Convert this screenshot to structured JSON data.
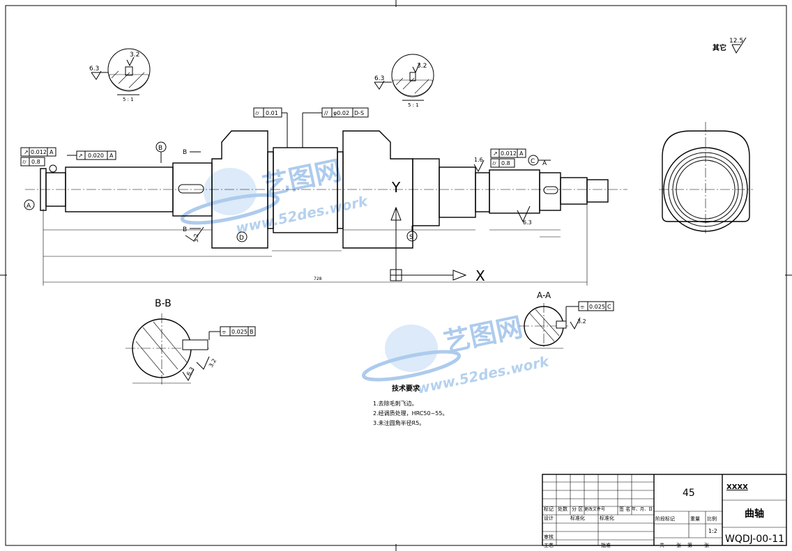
{
  "surface_roughness_note": {
    "label": "其它",
    "value": "12.5"
  },
  "detail_left": {
    "rough_top": "3.2",
    "rough_side": "6.3",
    "scale": "5 : 1"
  },
  "detail_mid": {
    "rough_top": "3.2",
    "rough_side": "6.3",
    "scale": "5 : 1"
  },
  "gdt": {
    "runout_left": "0.012",
    "runout_left_ref": "A",
    "cyl_left": "0.8",
    "runout_020": "0.020",
    "runout_020_ref": "A",
    "cyl_top": "0.01",
    "parallel_value": "φ0.02",
    "parallel_ref": "D-S",
    "runout_right": "0.012",
    "runout_right_ref": "A",
    "cyl_right": "0.8",
    "rough_right_top": "1.6",
    "rough_bb": "3.2",
    "rough_key": "6.3"
  },
  "datums": {
    "a": "A",
    "b": "B",
    "c": "C",
    "d": "D",
    "s": "S"
  },
  "section_marks": {
    "b": "B",
    "a": "A"
  },
  "axis_labels": {
    "x": "X",
    "y": "Y"
  },
  "total_length_label": "728",
  "section_bb": {
    "title": "B-B",
    "sym_value": "0.025",
    "sym_ref": "B",
    "rough_a": "3.2",
    "rough_b": "6.3"
  },
  "section_aa": {
    "title": "A-A",
    "sym_value": "0.025",
    "sym_ref": "C",
    "rough": "3.2"
  },
  "watermark": {
    "cn": "艺图网",
    "url": "www.52des.work"
  },
  "tech_requirements": {
    "title": "技术要求",
    "items": [
      "1.去除毛刺飞边。",
      "2.经调质处理，HRC50~55。",
      "3.未注圆角半径R5。"
    ]
  },
  "title_block": {
    "material": "45",
    "company": "XXXX",
    "part_name": "曲轴",
    "drawing_number": "WQDJ-00-11",
    "scale": "1:2",
    "row_headers": [
      "标记",
      "处数",
      "分 区",
      "更改文件号",
      "签 名",
      "年、月、日"
    ],
    "design": "设计",
    "std": "标准化",
    "standardization": "标准化",
    "review": "审核",
    "process": "工艺",
    "approve": "批准",
    "stage_mark": "阶段标记",
    "weight": "重量",
    "ratio": "比例",
    "sheets_total": "共",
    "sheet": "张",
    "sheet_no": "第",
    "sheet_end": "张"
  }
}
